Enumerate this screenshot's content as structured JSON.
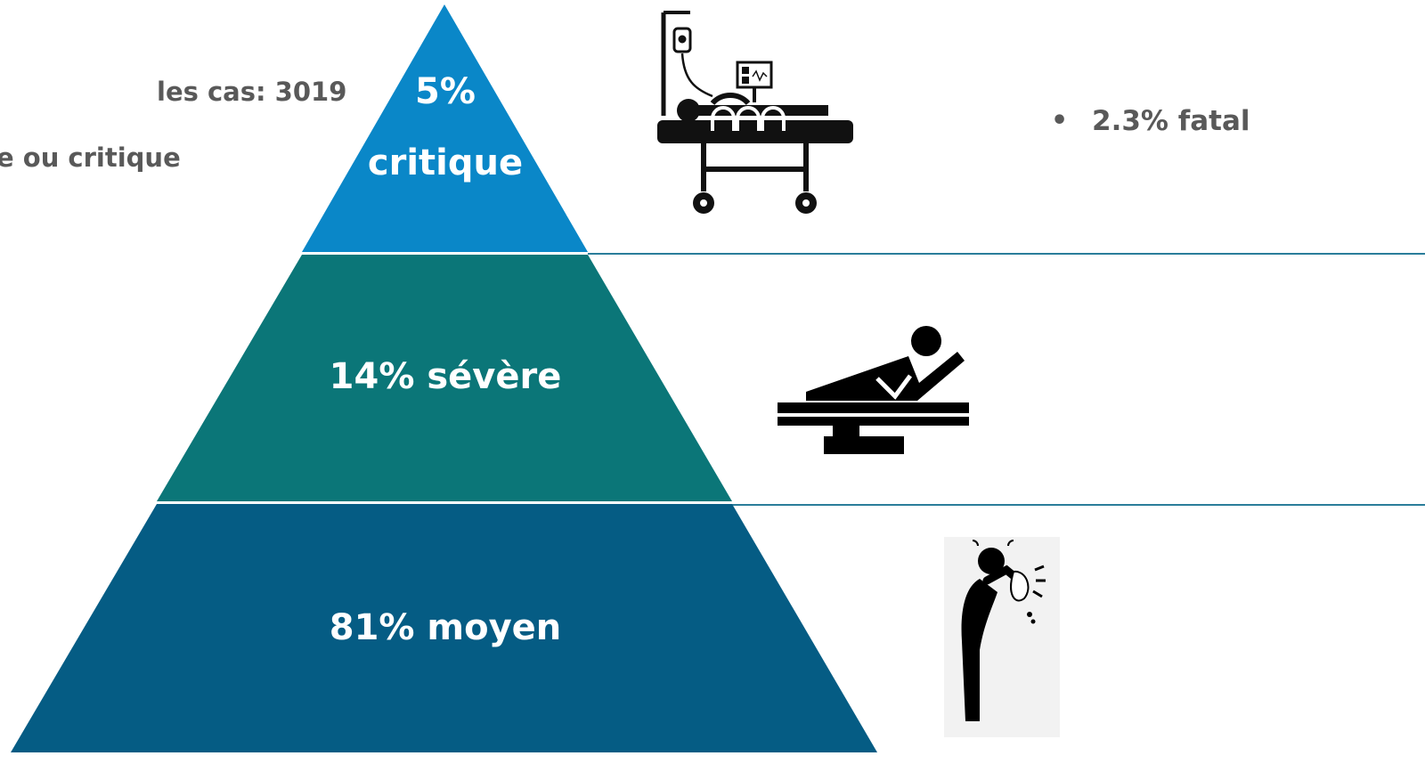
{
  "left_text": {
    "line1": "les cas: 3019",
    "line2": "e ou critique"
  },
  "right_text": {
    "bullet": "•",
    "fatal": "2.3% fatal"
  },
  "pyramid": {
    "tiers": [
      {
        "id": "critical",
        "percent": "5%",
        "word": "critique",
        "color": "#0a87c8",
        "icon": "hospital-bed-iv-monitor-icon"
      },
      {
        "id": "severe",
        "label": "14% sévère",
        "color": "#0b7678",
        "icon": "reclining-patient-icon"
      },
      {
        "id": "mild",
        "label": "81% moyen",
        "color": "#055c84",
        "icon": "sneezing-person-icon"
      }
    ],
    "divider_color": "#2a7d9a"
  }
}
